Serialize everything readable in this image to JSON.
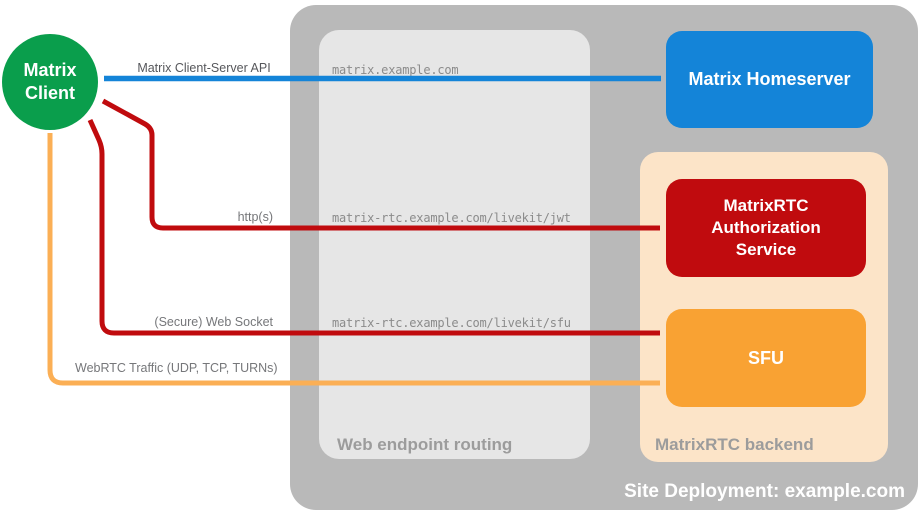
{
  "client": {
    "lines": [
      "Matrix",
      "Client"
    ]
  },
  "homeserver": {
    "label": "Matrix Homeserver"
  },
  "routing": {
    "caption": "Web endpoint routing",
    "endpoints": [
      "matrix.example.com",
      "matrix-rtc.example.com/livekit/jwt",
      "matrix-rtc.example.com/livekit/sfu"
    ]
  },
  "backend": {
    "caption": "MatrixRTC backend",
    "auth_service_lines": [
      "MatrixRTC",
      "Authorization",
      "Service"
    ],
    "sfu_label": "SFU"
  },
  "site": {
    "caption": "Site Deployment: example.com"
  },
  "arrows": {
    "client_server_api": "Matrix Client-Server API",
    "https": "http(s)",
    "websocket": "(Secure) Web Socket",
    "webrtc": "WebRTC Traffic (UDP, TCP, TURNs)"
  },
  "colors": {
    "green": "#0a9e4c",
    "blue": "#1484d8",
    "red": "#c00b0e",
    "orange": "#f9a233",
    "orange_arrow": "#fbaf55",
    "peach": "#fce4c8",
    "container_gray": "#b9b9b9",
    "routing_gray": "#e6e6e6",
    "caption_gray": "#9c9c9c",
    "label_gray": "#76777a",
    "api_label_gray": "#56575b",
    "mono_gray": "#8b8b8b"
  }
}
